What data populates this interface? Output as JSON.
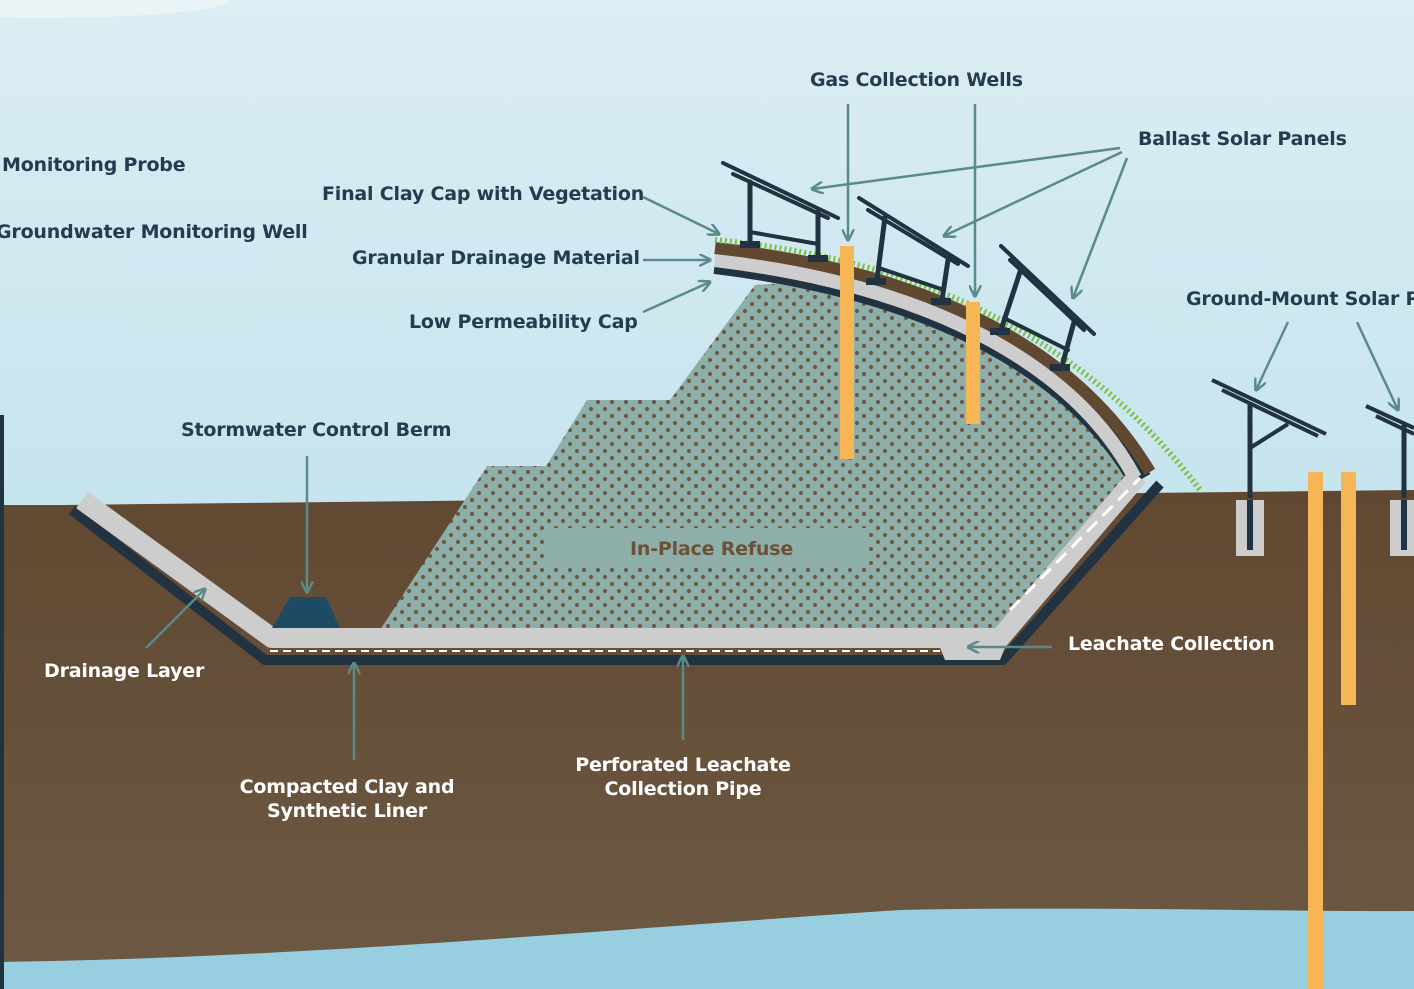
{
  "labels": {
    "monitoring_probe": "Monitoring Probe",
    "groundwater_well": "Groundwater Monitoring Well",
    "final_clay_cap": "Final Clay Cap with Vegetation",
    "granular_drainage": "Granular Drainage Material",
    "low_permeability_cap": "Low Permeability Cap",
    "gas_collection_wells": "Gas Collection Wells",
    "ballast_solar_panels": "Ballast Solar Panels",
    "ground_mount_solar": "Ground-Mount Solar Pa",
    "stormwater_berm": "Stormwater Control Berm",
    "in_place_refuse": "In-Place Refuse",
    "leachate_collection": "Leachate Collection",
    "drainage_layer": "Drainage Layer",
    "liner_line1": "Compacted Clay and",
    "liner_line2": "Synthetic Liner",
    "pipe_line1": "Perforated Leachate",
    "pipe_line2": "Collection Pipe"
  },
  "colors": {
    "sky_top": "#dcedf3",
    "sky_bottom": "#b1dcea",
    "soil_top": "#614831",
    "soil_bottom": "#6d5a44",
    "groundwater": "#98cfe0",
    "refuse": "#8eaeaa",
    "refuse_dots": "#6e5a44",
    "liner_gray": "#cdcdcd",
    "liner_dark": "#213240",
    "gas_well": "#f6b655",
    "grass": "#79c043",
    "arrow": "#5b8a8a",
    "text_dark": "#233c4f",
    "text_light": "#ffffff"
  }
}
